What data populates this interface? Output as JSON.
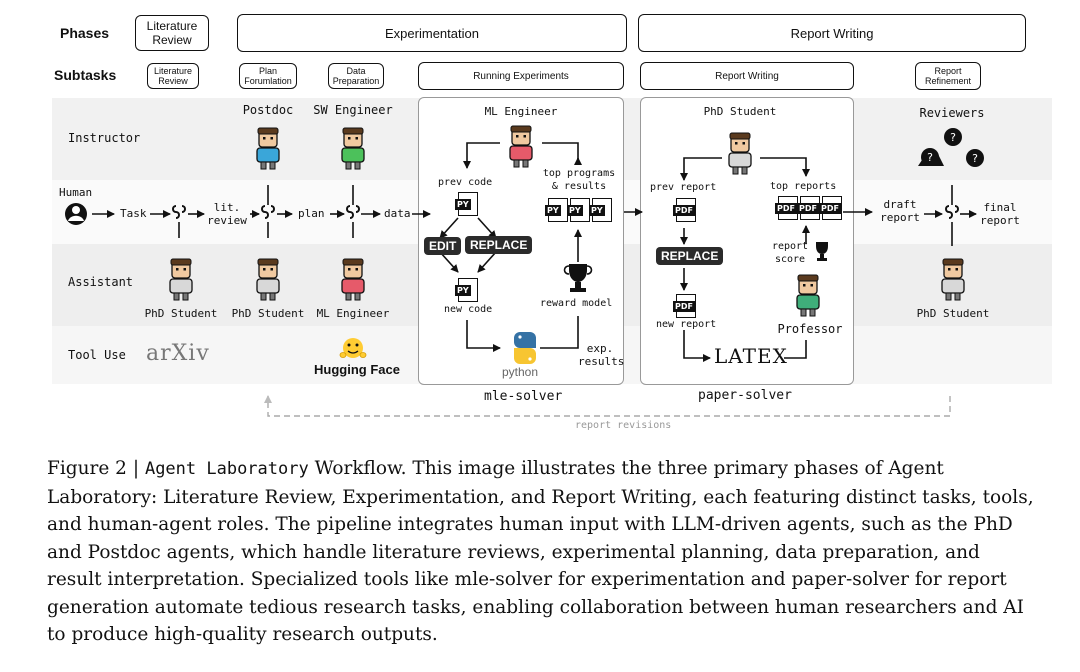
{
  "header": {
    "phases_label": "Phases",
    "subtasks_label": "Subtasks"
  },
  "phases": [
    "Literature\nReview",
    "Experimentation",
    "Report Writing"
  ],
  "subtasks": [
    "Literature\nReview",
    "Plan\nForumlation",
    "Data\nPreparation",
    "Running Experiments",
    "Report Writing",
    "Report\nRefinement"
  ],
  "rows": {
    "instructor": "Instructor",
    "human": "Human",
    "assistant": "Assistant",
    "tool_use": "Tool Use"
  },
  "roles": {
    "postdoc": "Postdoc",
    "sw_engineer": "SW Engineer",
    "ml_engineer_top": "ML Engineer",
    "phd_student_top": "PhD Student",
    "reviewers": "Reviewers",
    "phd_student_1": "PhD Student",
    "phd_student_2": "PhD Student",
    "ml_engineer_bottom": "ML Engineer",
    "professor": "Professor",
    "phd_student_right": "PhD Student"
  },
  "flow": {
    "task": "Task",
    "lit_review": "lit.\nreview",
    "plan": "plan",
    "data": "data",
    "draft_report": "draft\nreport",
    "final_report": "final\nreport"
  },
  "mle": {
    "prev_code": "prev code",
    "top_programs": "top programs\n& results",
    "edit": "EDIT",
    "replace": "REPLACE",
    "new_code": "new code",
    "reward_model": "reward model",
    "exp_results": "exp.\nresults",
    "python": "python",
    "solver": "mle-solver"
  },
  "paper": {
    "prev_report": "prev report",
    "top_reports": "top reports",
    "replace": "REPLACE",
    "report_score": "report\nscore",
    "new_report": "new report",
    "latex": "LATEX",
    "solver": "paper-solver"
  },
  "tools": {
    "arxiv": "arXiv",
    "hugging_face": "Hugging Face"
  },
  "file_tags": {
    "py": "PY",
    "pdf": "PDF"
  },
  "report_revisions": "report revisions",
  "caption": {
    "prefix": "Figure 2 | ",
    "code": "Agent Laboratory",
    "text": " Workflow. This image illustrates the three primary phases of Agent Laboratory: Literature Review, Experimentation, and Report Writing, each featuring distinct tasks, tools, and human-agent roles. The pipeline integrates human input with LLM-driven agents, such as the PhD and Postdoc agents, which handle literature reviews, experimental planning, data preparation, and result interpretation. Specialized tools like mle-solver for experimentation and paper-solver for report generation automate tedious research tasks, enabling collaboration between human researchers and AI to produce high-quality research outputs."
  },
  "colors": {
    "band_light": "#f2f2f2",
    "band_dark": "#e9e9e9",
    "python_blue": "#3572a5",
    "python_yellow": "#f7c531",
    "hugging_yellow": "#ffcc33",
    "arxiv_red": "#b31b1b",
    "line_gray": "#9a9a9a"
  }
}
